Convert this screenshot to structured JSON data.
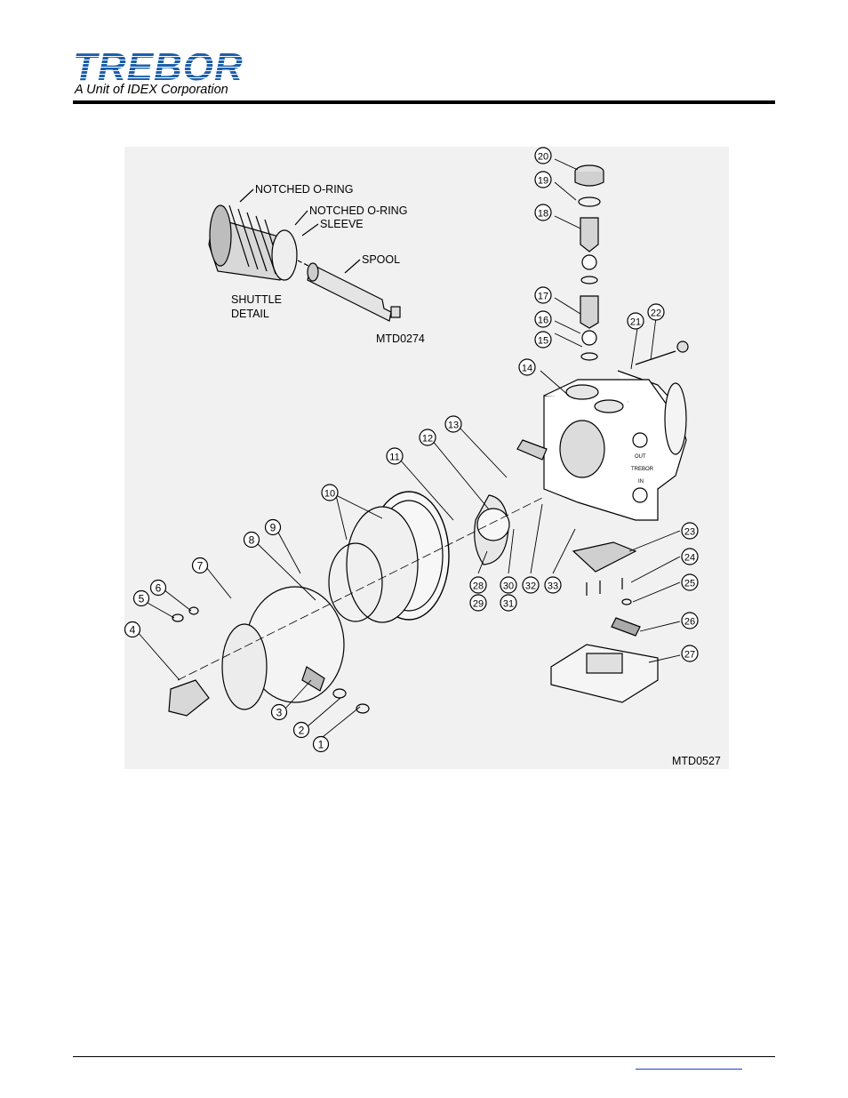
{
  "header": {
    "brand": "TREBOR",
    "tagline": "A Unit of IDEX Corporation"
  },
  "figure": {
    "shuttle_labels": {
      "notched_oring_1": "NOTCHED O-RING",
      "notched_oring_2": "NOTCHED O-RING",
      "sleeve": "SLEEVE",
      "spool": "SPOOL",
      "shuttle_line1": "SHUTTLE",
      "shuttle_line2": "DETAIL",
      "drawing_id": "MTD0274"
    },
    "main_drawing_id": "MTD0527",
    "callouts": [
      "1",
      "2",
      "3",
      "4",
      "5",
      "6",
      "7",
      "8",
      "9",
      "10",
      "11",
      "12",
      "13",
      "14",
      "15",
      "16",
      "17",
      "18",
      "19",
      "20",
      "21",
      "22",
      "23",
      "24",
      "25",
      "26",
      "27",
      "28",
      "29",
      "30",
      "31",
      "32",
      "33"
    ],
    "body_text": {
      "out": "OUT",
      "brand": "TREBOR",
      "in": "IN"
    }
  }
}
